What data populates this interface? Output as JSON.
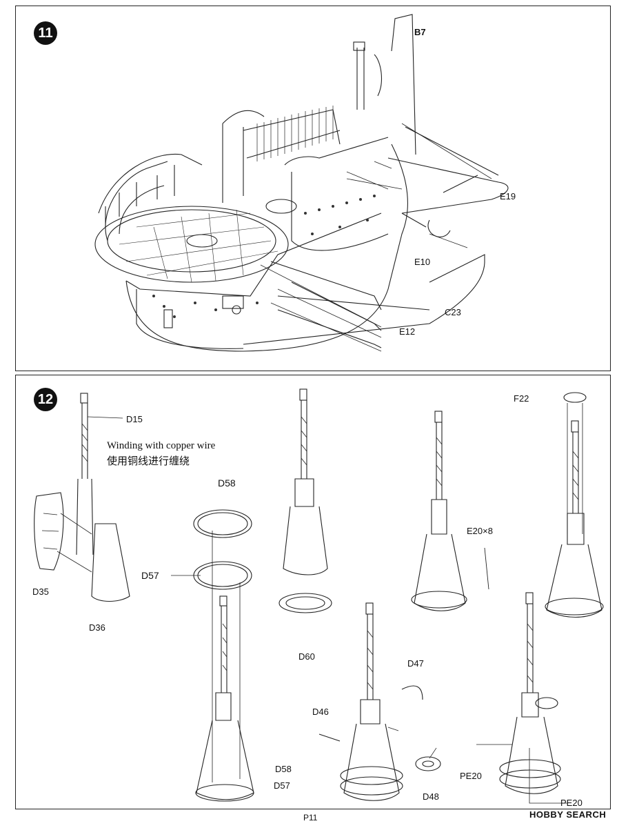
{
  "steps": {
    "step11": {
      "number": "11",
      "labels": {
        "b7": "B7",
        "e19": "E19",
        "e10": "E10",
        "c23": "C23",
        "e12": "E12"
      }
    },
    "step12": {
      "number": "12",
      "note_en": "Winding with copper wire",
      "note_cn": "使用铜线进行缠绕",
      "labels": {
        "d15": "D15",
        "d35": "D35",
        "d36": "D36",
        "d58_top": "D58",
        "d57_left": "D57",
        "d60": "D60",
        "e20x8": "E20×8",
        "f22": "F22",
        "d47": "D47",
        "d46": "D46",
        "d58_bottom": "D58",
        "d57_bottom": "D57",
        "d48": "D48",
        "pe20_left": "PE20",
        "pe20_right": "PE20"
      }
    }
  },
  "footer": {
    "page": "P11",
    "watermark": "HOBBY SEARCH"
  }
}
